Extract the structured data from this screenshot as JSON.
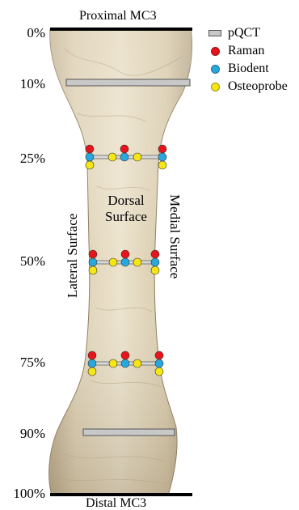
{
  "header": {
    "proximal_label": "Proximal MC3"
  },
  "footer": {
    "distal_label": "Distal MC3"
  },
  "axis": {
    "ticks": [
      "0%",
      "10%",
      "25%",
      "50%",
      "75%",
      "90%",
      "100%"
    ]
  },
  "surfaces": {
    "lateral": "Lateral Surface",
    "medial": "Medial Surface",
    "dorsal_line1": "Dorsal",
    "dorsal_line2": "Surface"
  },
  "legend": [
    {
      "label": "pQCT",
      "icon": "bar",
      "color": "#c8c8c8"
    },
    {
      "label": "Raman",
      "icon": "dot",
      "color": "#e8141c"
    },
    {
      "label": "Biodent",
      "icon": "dot",
      "color": "#29a8e0"
    },
    {
      "label": "Osteoprobe",
      "icon": "dot",
      "color": "#f5e614"
    }
  ],
  "colors": {
    "bone_light": "#e8dcc0",
    "bone_mid": "#d6c7a4",
    "bone_dark": "#b5a27d",
    "pqct_bar": "#c8c8c8",
    "raman": "#e8141c",
    "biodent": "#29a8e0",
    "osteoprobe": "#f5e614",
    "site_line": "#7a7a7a"
  }
}
